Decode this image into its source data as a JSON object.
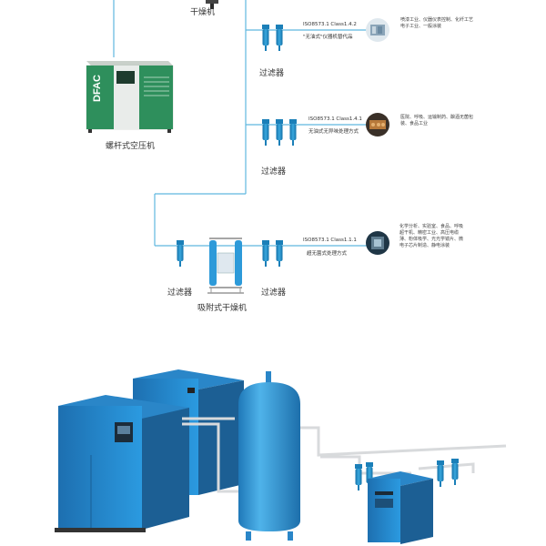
{
  "top_section": {
    "dryer_label": "干燥机",
    "compressor_label": "螺杆式空压机",
    "compressor_brand": "DFAC",
    "branches": [
      {
        "filter_label": "过滤器",
        "standard": "ISO8573.1 Class1.4.2",
        "note": "\"无油式\"仪器机替代品",
        "applications": "喷漆工业、仪器仪表控制、化纤工艺电子工业、一般涂装"
      },
      {
        "filter_label": "过滤器",
        "standard": "ISO8573.1 Class1.4.1",
        "note": "无油式无异味处理方式",
        "applications": "医院、呼吸、运输制药、酿酒无菌包装、食品工业"
      },
      {
        "filter_label": "过滤器",
        "standard": "ISO8573.1 Class1.1.1",
        "note": "超无菌式处理方式",
        "applications": "化学分析、实验室、食品、呼吸超干机、精密工业、高压电缆薄、粉体吸学、光光学镜片、微电子芯片制造、静电涂装"
      }
    ],
    "pre_filter_label": "过滤器",
    "adsorption_dryer_label": "吸附式干燥机"
  },
  "colors": {
    "pipe": "#5fb7df",
    "filter": "#1f8fc4",
    "compressor_green": "#2e8f5c",
    "equipment_blue": "#2d9ad9",
    "tank_blue": "#2f94d6"
  }
}
